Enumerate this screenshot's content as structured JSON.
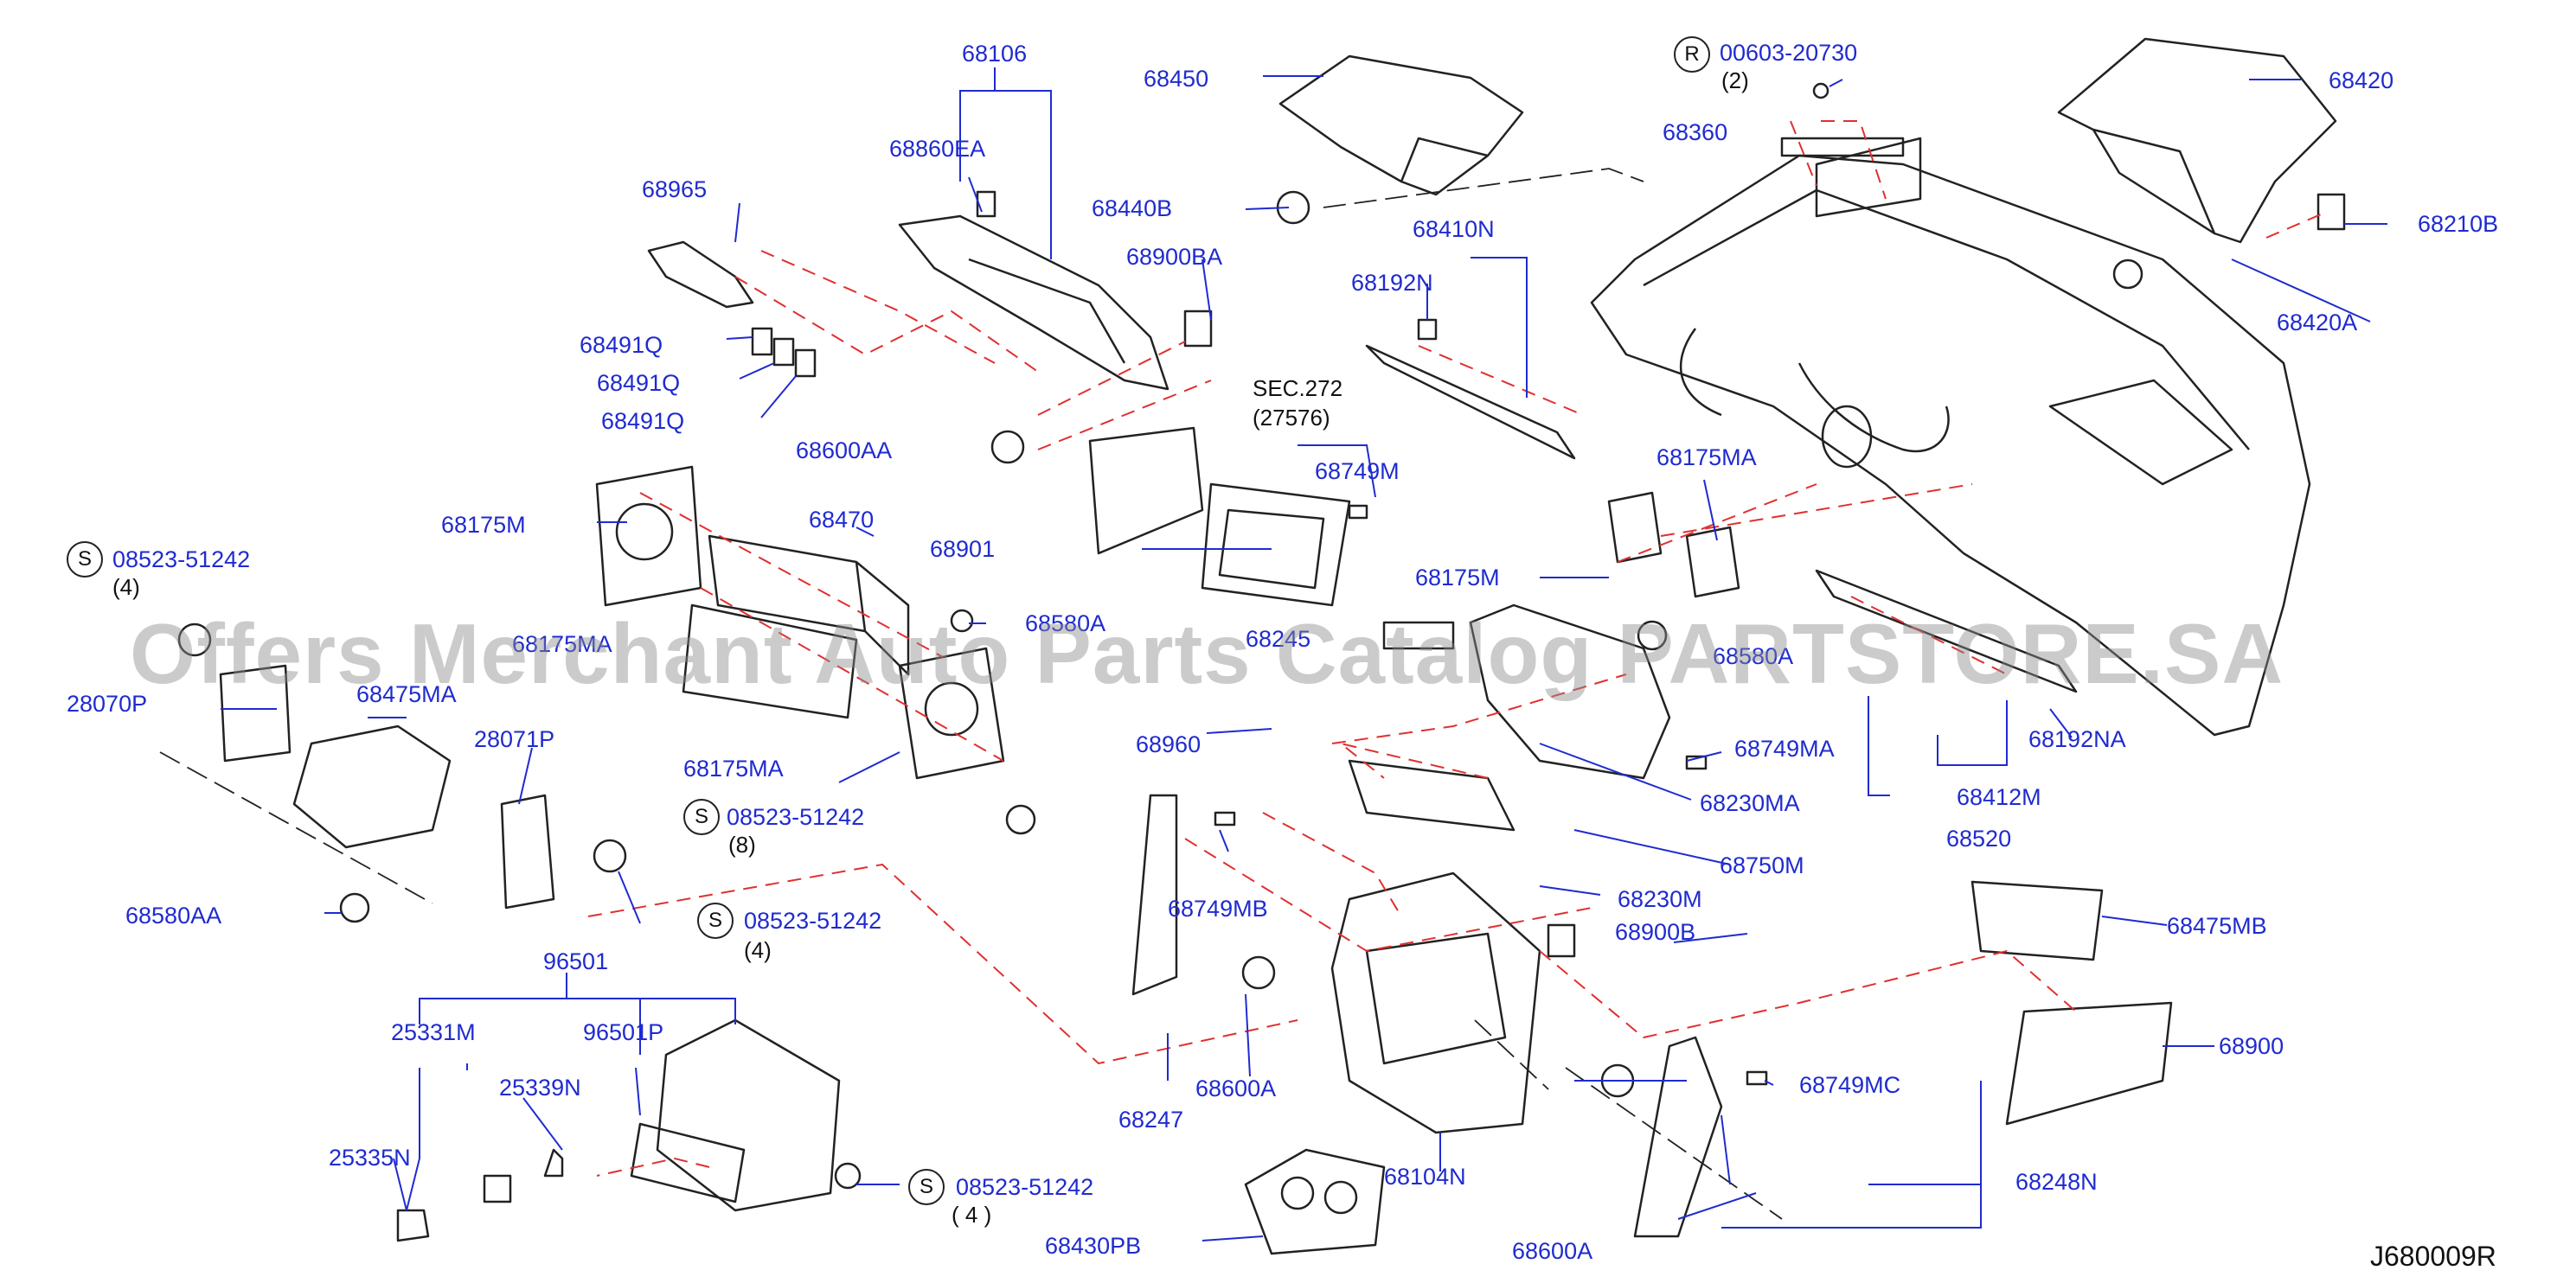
{
  "diagram": {
    "reference_code": "J680009R",
    "watermark": "Offers Merchant Auto Parts Catalog PARTSTORE.SA",
    "notes": {
      "sec": "SEC.272",
      "sec_sub": "(27576)",
      "r_symbol": "R",
      "s_symbol": "S",
      "q2": "(2)",
      "q4": "(4)",
      "q8": "(8)",
      "q4b": "(4)",
      "q4sp": "(  4  )"
    },
    "parts": {
      "p68106": "68106",
      "p68860EA": "68860EA",
      "p68965": "68965",
      "p68440B": "68440B",
      "p68450": "68450",
      "p68900BA": "68900BA",
      "p68491Q_1": "68491Q",
      "p68491Q_2": "68491Q",
      "p68491Q_3": "68491Q",
      "p68600AA": "68600AA",
      "p68410N": "68410N",
      "p68192N": "68192N",
      "p00603_20730": "00603-20730",
      "p68360": "68360",
      "p68420": "68420",
      "p68210B": "68210B",
      "p68420A": "68420A",
      "p68749M": "68749M",
      "p68901": "68901",
      "p68175M_1": "68175M",
      "p68470": "68470",
      "p68175MA_1": "68175MA",
      "p68175M_2": "68175M",
      "p68175MA_2": "68175MA",
      "p68580A_1": "68580A",
      "p08523_1": "08523-51242",
      "p28070P": "28070P",
      "p68475MA": "68475MA",
      "p28071P": "28071P",
      "p68175MA_3": "68175MA",
      "p08523_2": "08523-51242",
      "p68580AA": "68580AA",
      "p08523_3": "08523-51242",
      "p68245": "68245",
      "p68580A_2": "68580A",
      "p68960": "68960",
      "p68749MA": "68749MA",
      "p68230MA": "68230MA",
      "p68192NA": "68192NA",
      "p68412M": "68412M",
      "p68520": "68520",
      "p68750M": "68750M",
      "p68230M": "68230M",
      "p68749MB": "68749MB",
      "p68900B": "68900B",
      "p68475MB": "68475MB",
      "p68900": "68900",
      "p68749MC": "68749MC",
      "p68247": "68247",
      "p68600A_1": "68600A",
      "p68104N": "68104N",
      "p68248N": "68248N",
      "p68600A_2": "68600A",
      "p96501": "96501",
      "p25331M": "25331M",
      "p96501P": "96501P",
      "p25339N": "25339N",
      "p25335N": "25335N",
      "p08523_4": "08523-51242",
      "p68430PB": "68430PB"
    },
    "colors": {
      "label": "#1f2bd0",
      "leader": "#1f2bd0",
      "dashed": "#e03030",
      "part": "#222222"
    }
  }
}
